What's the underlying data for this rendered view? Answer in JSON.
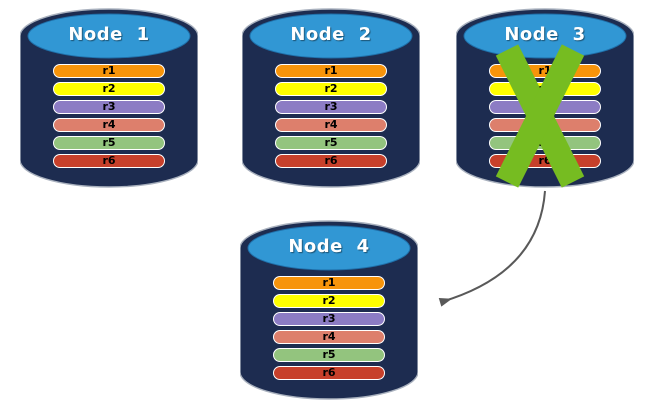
{
  "palette": {
    "cylinder_body": "#1D2C50",
    "cylinder_top": "#3197D4",
    "cylinder_top_edge": "#1F6FA9",
    "cylinder_outline": "#A9B1BE",
    "fail_x_color": "#76BC21",
    "arrow_color": "#595959",
    "row_border": "#FFFFFF",
    "title_color": "#FFFFFF"
  },
  "nodes": [
    {
      "label": "Node 1",
      "failed": false,
      "rows": [
        {
          "label": "r1",
          "color": "#F7940B"
        },
        {
          "label": "r2",
          "color": "#FEFE00"
        },
        {
          "label": "r3",
          "color": "#8C7CC4"
        },
        {
          "label": "r4",
          "color": "#DD7F6C"
        },
        {
          "label": "r5",
          "color": "#93C47E"
        },
        {
          "label": "r6",
          "color": "#C7402B"
        }
      ]
    },
    {
      "label": "Node 2",
      "failed": false,
      "rows": [
        {
          "label": "r1",
          "color": "#F7940B"
        },
        {
          "label": "r2",
          "color": "#FEFE00"
        },
        {
          "label": "r3",
          "color": "#8C7CC4"
        },
        {
          "label": "r4",
          "color": "#DD7F6C"
        },
        {
          "label": "r5",
          "color": "#93C47E"
        },
        {
          "label": "r6",
          "color": "#C7402B"
        }
      ]
    },
    {
      "label": "Node 3",
      "failed": true,
      "rows": [
        {
          "label": "r1",
          "color": "#F7940B"
        },
        {
          "label": "r2",
          "color": "#FEFE00"
        },
        {
          "label": "r3",
          "color": "#8C7CC4"
        },
        {
          "label": "r4",
          "color": "#DD7F6C"
        },
        {
          "label": "r5",
          "color": "#93C47E"
        },
        {
          "label": "r6",
          "color": "#C7402B"
        }
      ]
    },
    {
      "label": "Node 4",
      "failed": false,
      "rows": [
        {
          "label": "r1",
          "color": "#F7940B"
        },
        {
          "label": "r2",
          "color": "#FEFE00"
        },
        {
          "label": "r3",
          "color": "#8C7CC4"
        },
        {
          "label": "r4",
          "color": "#DD7F6C"
        },
        {
          "label": "r5",
          "color": "#93C47E"
        },
        {
          "label": "r6",
          "color": "#C7402B"
        }
      ]
    }
  ],
  "arrow": {
    "from_label": "Node 3",
    "to_label": "Node 4",
    "color": "#595959"
  }
}
